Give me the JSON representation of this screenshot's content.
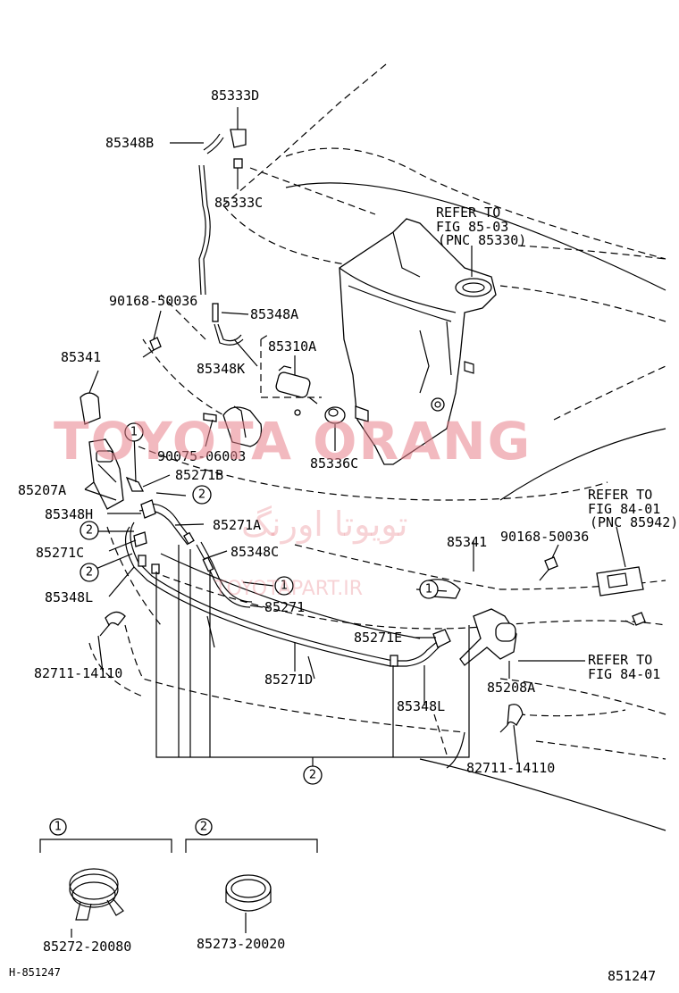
{
  "labels": {
    "p85333D": "85333D",
    "p85348B": "85348B",
    "p85333C": "85333C",
    "refer1a": "REFER TO",
    "refer1b": "FIG 85-03",
    "refer1c": "(PNC 85330)",
    "p90168a": "90168-50036",
    "p85348A": "85348A",
    "p85341a": "85341",
    "p85310A": "85310A",
    "p85348K": "85348K",
    "p90075": "90075-06003",
    "p85336C": "85336C",
    "p85271B": "85271B",
    "p85207A": "85207A",
    "p85348H": "85348H",
    "p85271A": "85271A",
    "p85271C": "85271C",
    "p85348C": "85348C",
    "p85348L_a": "85348L",
    "p85271": "85271",
    "refer2a": "REFER TO",
    "refer2b": "FIG 84-01",
    "refer2c": "(PNC 85942)",
    "p85341b": "85341",
    "p90168b": "90168-50036",
    "p85271E": "85271E",
    "refer3a": "REFER TO",
    "refer3b": "FIG 84-01",
    "p82711a": "82711-14110",
    "p85271D": "85271D",
    "p85208A": "85208A",
    "p85348L_b": "85348L",
    "p82711b": "82711-14110",
    "p85272": "85272-20080",
    "p85273": "85273-20020",
    "footer_left": "H-851247",
    "footer_right": "851247"
  },
  "callouts": {
    "one": "1",
    "two": "2"
  },
  "watermark": {
    "main": "TOYOTA ORANG",
    "persian": "تویوتا اورنگ",
    "site": "TOYOTAPART.IR"
  },
  "colors": {
    "watermark": "#e8808a",
    "ink": "#000000"
  }
}
